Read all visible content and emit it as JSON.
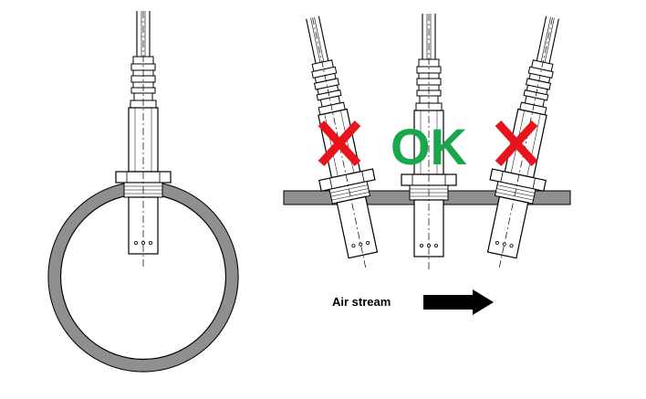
{
  "labels": {
    "ok": "OK",
    "air_stream": "Air stream"
  },
  "colors": {
    "cross": "#e8141c",
    "ok": "#1aa64b",
    "pipe": "#8f8f8f",
    "wall": "#8f8f8f",
    "arrow": "#000000",
    "line": "#000000"
  },
  "sensors": [
    {
      "id": "pipe-mounted",
      "tilt_deg": 0,
      "verdict": "none"
    },
    {
      "id": "tilted-upstream",
      "tilt_deg": -12,
      "verdict": "wrong"
    },
    {
      "id": "upright",
      "tilt_deg": 0,
      "verdict": "ok"
    },
    {
      "id": "tilted-downstream",
      "tilt_deg": 12,
      "verdict": "wrong"
    }
  ],
  "icons": {
    "cross": "cross-icon",
    "arrow": "arrow-right-icon"
  }
}
